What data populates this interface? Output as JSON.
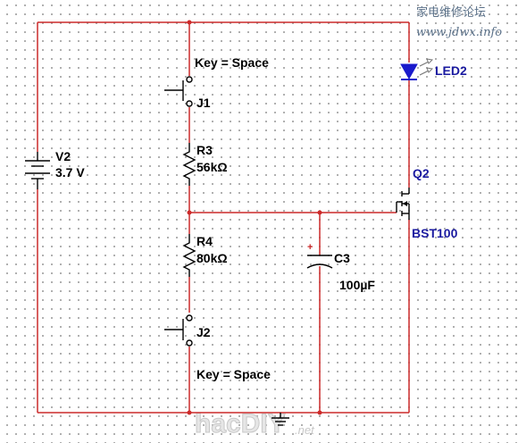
{
  "watermark": {
    "forum_name": "家电维修论坛",
    "forum_url": "www.jdwx.info",
    "logo_text": "hacDIY",
    "logo_suffix": ".net"
  },
  "components": {
    "battery": {
      "ref": "V2",
      "value": "3.7 V"
    },
    "switch_top": {
      "ref": "J1",
      "key": "Key = Space"
    },
    "switch_bottom": {
      "ref": "J2",
      "key": "Key = Space"
    },
    "resistor_top": {
      "ref": "R3",
      "value": "56kΩ"
    },
    "resistor_bottom": {
      "ref": "R4",
      "value": "80kΩ"
    },
    "capacitor": {
      "ref": "C3",
      "value": "100µF",
      "polarity": "+"
    },
    "led": {
      "ref": "LED2"
    },
    "transistor": {
      "ref": "Q2",
      "value": "BST100"
    }
  },
  "colors": {
    "wire": "#cc2a2a",
    "component": "#000000",
    "led_label": "#1a1aa0",
    "transistor_label": "#1a1aa0",
    "led_body": "#1a1acc"
  }
}
